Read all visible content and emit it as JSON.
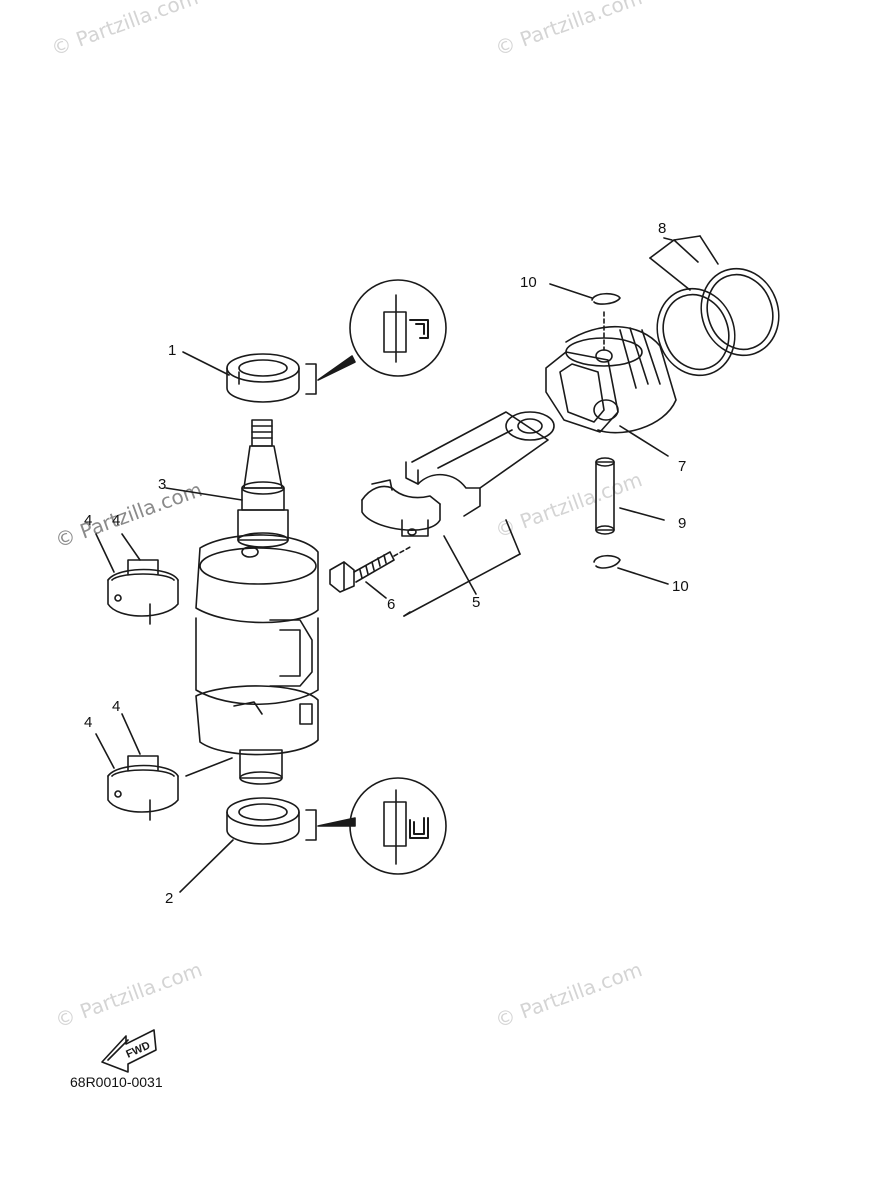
{
  "watermark": "© Partzilla.com",
  "part_code": "68R0010-0031",
  "fwd_label": "FWD",
  "callouts": {
    "c1": "1",
    "c2": "2",
    "c3": "3",
    "c4a": "4",
    "c4b": "4",
    "c4c": "4",
    "c4d": "4",
    "c5": "5",
    "c6": "6",
    "c7": "7",
    "c8": "8",
    "c9": "9",
    "c10a": "10",
    "c10b": "10"
  },
  "icons": {
    "fwd": "fwd-arrow-icon",
    "seal_detail": "seal-orientation-detail-icon"
  },
  "colors": {
    "line": "#1a1a1a",
    "watermark": "#d4d4d4"
  }
}
